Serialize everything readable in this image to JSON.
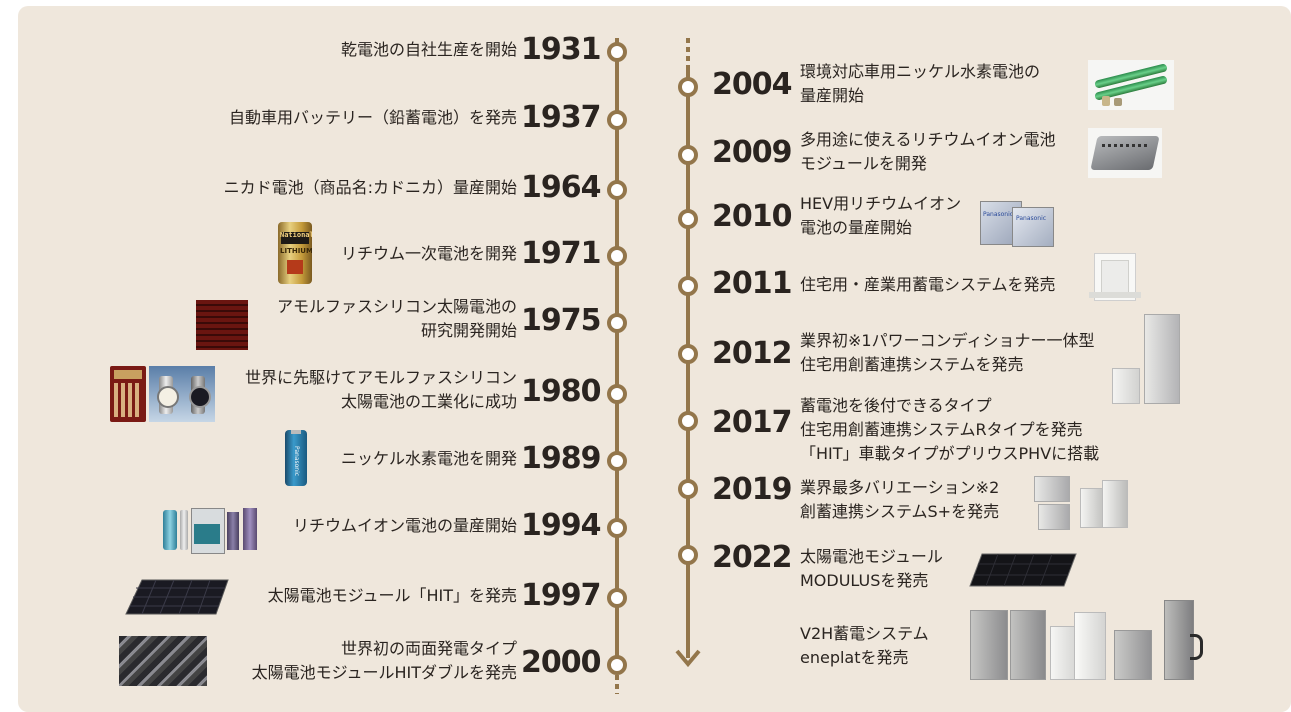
{
  "left_timeline": [
    {
      "year": "1931",
      "text": [
        "乾電池の自社生産を開始"
      ]
    },
    {
      "year": "1937",
      "text": [
        "自動車用バッテリー（鉛蓄電池）を発売"
      ]
    },
    {
      "year": "1964",
      "text": [
        "ニカド電池（商品名:カドニカ）量産開始"
      ]
    },
    {
      "year": "1971",
      "text": [
        "リチウム一次電池を開発"
      ]
    },
    {
      "year": "1975",
      "text": [
        "アモルファスシリコン太陽電池の",
        "研究開発開始"
      ]
    },
    {
      "year": "1980",
      "text": [
        "世界に先駆けてアモルファスシリコン",
        "太陽電池の工業化に成功"
      ]
    },
    {
      "year": "1989",
      "text": [
        "ニッケル水素電池を開発"
      ]
    },
    {
      "year": "1994",
      "text": [
        "リチウムイオン電池の量産開始"
      ]
    },
    {
      "year": "1997",
      "text": [
        "太陽電池モジュール「HIT」を発売"
      ]
    },
    {
      "year": "2000",
      "text": [
        "世界初の両面発電タイプ",
        "太陽電池モジュールHITダブルを発売"
      ]
    }
  ],
  "right_timeline": [
    {
      "year": "2004",
      "text": [
        "環境対応車用ニッケル水素電池の",
        "量産開始"
      ]
    },
    {
      "year": "2009",
      "text": [
        "多用途に使えるリチウムイオン電池",
        "モジュールを開発"
      ]
    },
    {
      "year": "2010",
      "text": [
        "HEV用リチウムイオン",
        "電池の量産開始"
      ]
    },
    {
      "year": "2011",
      "text": [
        "住宅用・産業用蓄電システムを発売"
      ]
    },
    {
      "year": "2012",
      "text": [
        "業界初※1パワーコンディショナー一体型",
        "住宅用創蓄連携システムを発売"
      ]
    },
    {
      "year": "2017",
      "text": [
        "蓄電池を後付できるタイプ",
        "住宅用創蓄連携システムRタイプを発売",
        "「HIT」車載タイプがプリウスPHVに搭載"
      ]
    },
    {
      "year": "2019",
      "text": [
        "業界最多バリエーション※2",
        "創蓄連携システムS+を発売"
      ]
    },
    {
      "year": "2022",
      "text": [
        "太陽電池モジュール",
        "MODULUSを発売"
      ]
    },
    {
      "year": "",
      "text": [
        "V2H蓄電システム",
        "eneplatを発売"
      ]
    }
  ],
  "colors": {
    "background": "#efe7dc",
    "line": "#93764b",
    "text": "#2a2420"
  },
  "image_labels": {
    "lithium_battery": [
      "National",
      "LITHIUM"
    ],
    "nimh_battery": "Panasonic",
    "liion_pack": "Panasonic"
  }
}
